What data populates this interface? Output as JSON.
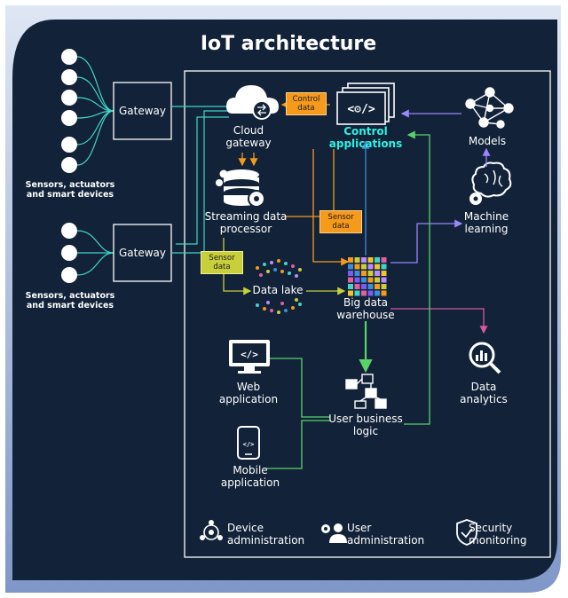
{
  "title": "IoT architecture",
  "sensors_top": "Sensors, actuators and smart devices",
  "sensors_bottom": "Sensors, actuators and smart devices",
  "gateway_top": "Gateway",
  "gateway_bottom": "Gateway",
  "cloud_gateway": "Cloud gateway",
  "control_data": "Control data",
  "control_applications": "Control applications",
  "models": "Models",
  "streaming_processor": "Streaming data processor",
  "sensor_data_right": "Sensor data",
  "sensor_data_left": "Sensor data",
  "machine_learning": "Machine learning",
  "data_lake": "Data lake",
  "big_data_warehouse": "Big data warehouse",
  "web_application": "Web application",
  "data_analytics": "Data analytics",
  "user_business_logic": "User business logic",
  "mobile_application": "Mobile application",
  "device_administration": "Device administration",
  "user_administration": "User administration",
  "security_monitoring": "Security monitoring",
  "colors": {
    "background": "#122238",
    "line": "#3fd6c8",
    "orange": "#f59a1b",
    "yellow_green": "#c8cf3a",
    "blue_arrow": "#3a8fd6",
    "purple_arrow": "#9b86ff",
    "pink_arrow": "#d45aa0",
    "green_arrow": "#58d36a",
    "cyan_text": "#2ff0e4"
  },
  "icons": [
    "cloud-sync-icon",
    "code-window-icon",
    "network-model-icon",
    "database-gear-icon",
    "brain-gear-icon",
    "data-lake-dots-icon",
    "warehouse-grid-icon",
    "web-code-icon",
    "analytics-magnifier-icon",
    "flowchart-icon",
    "mobile-code-icon",
    "device-admin-icon",
    "user-admin-icon",
    "security-shield-icon"
  ]
}
